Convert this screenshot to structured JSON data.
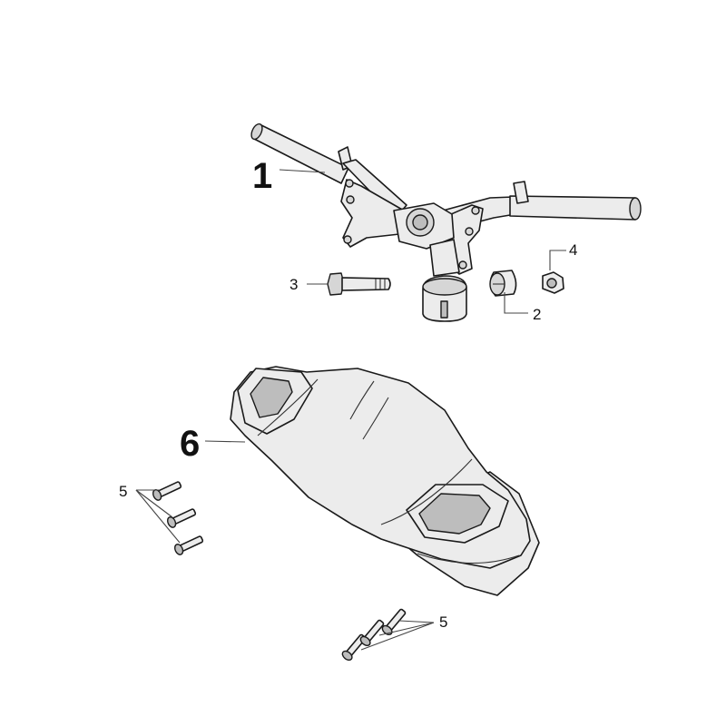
{
  "callouts": {
    "handlebar": "1",
    "spacer": "2",
    "bolt": "3",
    "nut": "4",
    "screws_left": "5",
    "screws_bottom": "5",
    "cover": "6"
  }
}
